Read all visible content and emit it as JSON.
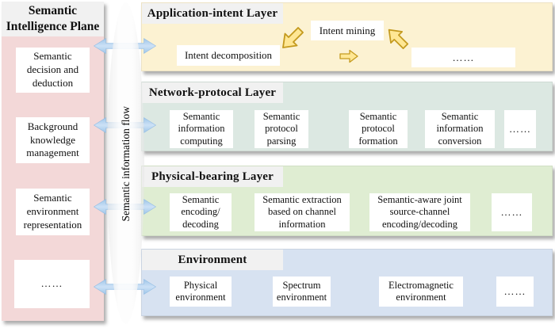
{
  "sidebar": {
    "title": "Semantic Intelligence Plane",
    "items": [
      {
        "label": "Semantic decision and deduction"
      },
      {
        "label": "Background knowledge management"
      },
      {
        "label": "Semantic environment representation"
      },
      {
        "label": "……"
      }
    ]
  },
  "flow": {
    "label": "Semantic information flow"
  },
  "layers": [
    {
      "title": "Application-intent Layer",
      "boxes": [
        {
          "label": "Intent decomposition"
        },
        {
          "label": "Intent mining"
        },
        {
          "label": "……"
        }
      ],
      "arrows": [
        {
          "direction": "down-left"
        },
        {
          "direction": "up-left"
        },
        {
          "direction": "right"
        }
      ]
    },
    {
      "title": "Network-protocal Layer",
      "boxes": [
        {
          "label": "Semantic information computing"
        },
        {
          "label": "Semantic protocol parsing"
        },
        {
          "label": "Semantic protocol formation"
        },
        {
          "label": "Semantic information conversion"
        },
        {
          "label": "……"
        }
      ]
    },
    {
      "title": "Physical-bearing Layer",
      "boxes": [
        {
          "label": "Semantic encoding/ decoding"
        },
        {
          "label": "Semantic extraction based on channel information"
        },
        {
          "label": "Semantic-aware joint source-channel encoding/decoding"
        },
        {
          "label": "……"
        }
      ]
    },
    {
      "title": "Environment",
      "boxes": [
        {
          "label": "Physical environment"
        },
        {
          "label": "Spectrum environment"
        },
        {
          "label": "Electromagnetic environment"
        },
        {
          "label": "……"
        }
      ]
    }
  ],
  "colors": {
    "sidebar_bg": "#F3D8D8",
    "application_layer_bg": "#FCF2D2",
    "network_layer_bg": "#DCE8E2",
    "physical_layer_bg": "#DFEDD2",
    "environment_layer_bg": "#D7E2F1",
    "header_bg": "#F1F1F1",
    "flow_arrow": "#9EC5E8",
    "intent_arrow_fill": "#FFE794",
    "intent_arrow_stroke": "#C49A1E"
  }
}
